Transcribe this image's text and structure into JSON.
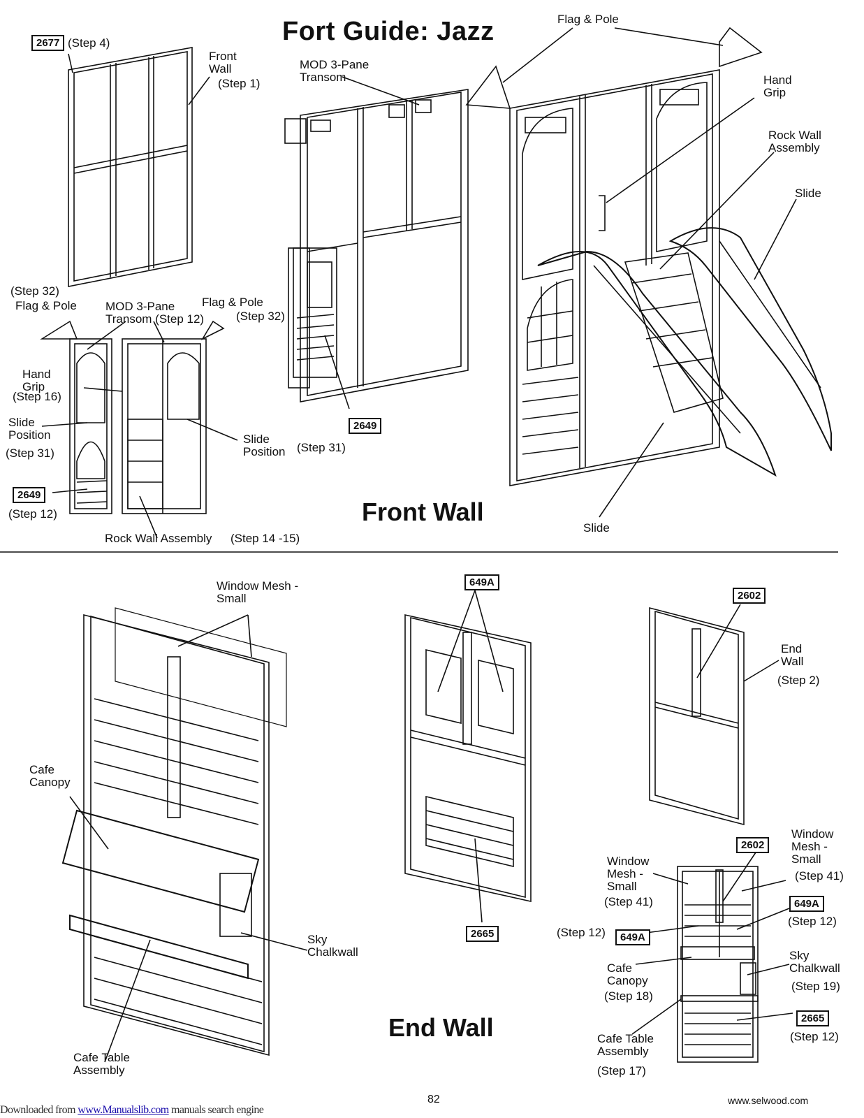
{
  "title": "Fort Guide:  Jazz",
  "sections": {
    "front_wall": "Front Wall",
    "end_wall": "End Wall"
  },
  "labels": {
    "step4": "(Step 4)",
    "front_wall_a": "Front",
    "front_wall_b": "Wall",
    "step1": "(Step 1)",
    "mod_transom_a": "MOD 3-Pane",
    "mod_transom_b": "Transom",
    "flag_pole_top": "Flag & Pole",
    "hand_grip_a": "Hand",
    "hand_grip_b": "Grip",
    "rock_wall_a": "Rock Wall",
    "rock_wall_b": "Assembly",
    "slide_top": "Slide",
    "step32_left": "(Step 32)",
    "flag_pole_left": "Flag & Pole",
    "mod_transom_small_a": "MOD 3-Pane",
    "mod_transom_small_b": "Transom (Step 12)",
    "flag_pole_right": "Flag & Pole",
    "step32_right": "(Step 32)",
    "hand_grip_small_a": "Hand",
    "hand_grip_small_b": "Grip",
    "step16": "(Step 16)",
    "slide_position_left_a": "Slide",
    "slide_position_left_b": "Position",
    "step31_left": "(Step 31)",
    "step12_left": "(Step 12)",
    "slide_position_right_a": "Slide",
    "slide_position_right_b": "Position",
    "step31_right": "(Step 31)",
    "rock_wall_bottom": "Rock Wall Assembly",
    "step14_15": "(Step 14 -15)",
    "slide_bottom": "Slide",
    "window_mesh_a": "Window Mesh -",
    "window_mesh_b": "Small",
    "cafe_canopy_a": "Cafe",
    "cafe_canopy_b": "Canopy",
    "sky_chalkwall_a": "Sky",
    "sky_chalkwall_b": "Chalkwall",
    "cafe_table_a": "Cafe Table",
    "cafe_table_b": "Assembly",
    "end_wall_a": "End",
    "end_wall_b": "Wall",
    "step2": "(Step 2)",
    "wm_right_a": "Window",
    "wm_right_b": "Mesh -",
    "wm_right_c": "Small",
    "step41_right": "(Step 41)",
    "wm_left_a": "Window",
    "wm_left_b": "Mesh -",
    "wm_left_c": "Small",
    "step41_left": "(Step 41)",
    "step12_649a_right": "(Step 12)",
    "step12_649a_left": "(Step 12)",
    "cafe_canopy_small_a": "Cafe",
    "cafe_canopy_small_b": "Canopy",
    "step18": "(Step 18)",
    "sky_small_a": "Sky",
    "sky_small_b": "Chalkwall",
    "step19": "(Step 19)",
    "step12_2665": "(Step 12)",
    "cafe_table_small_a": "Cafe Table",
    "cafe_table_small_b": "Assembly",
    "step17": "(Step 17)"
  },
  "parts": {
    "p2677": "2677",
    "p2649_center": "2649",
    "p2649_left": "2649",
    "p649a_top": "649A",
    "p2602_top": "2602",
    "p2665_center": "2665",
    "p2602_small": "2602",
    "p649a_small_right": "649A",
    "p649a_small_left": "649A",
    "p2665_small": "2665"
  },
  "footer": {
    "page_number": "82",
    "website": "www.selwood.com",
    "downloaded_from": "Downloaded from ",
    "manualslib_link": "www.Manualslib.com",
    "search_engine": " manuals search engine"
  }
}
